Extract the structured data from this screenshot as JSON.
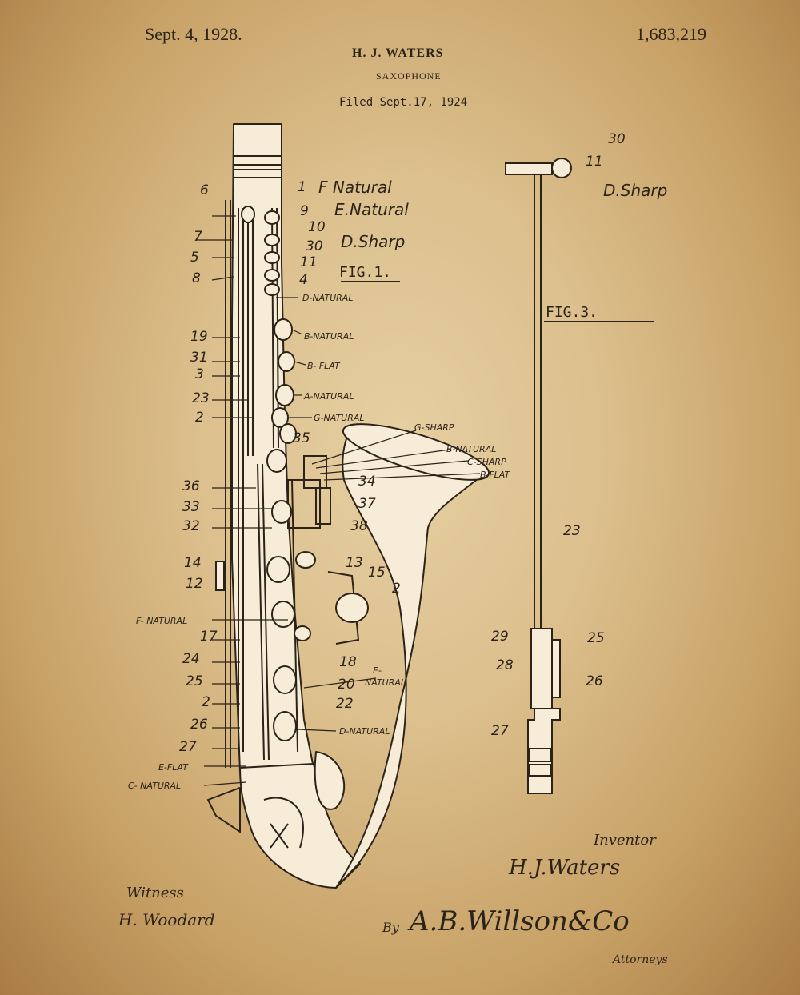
{
  "header": {
    "date": "Sept. 4, 1928.",
    "patent_number": "1,683,219",
    "inventor_name": "H. J. WATERS",
    "title": "SAXOPHONE",
    "filed": "Filed Sept.17, 1924"
  },
  "figure1": {
    "fig_label": "FIG.1.",
    "note_labels": {
      "f_natural_top": "F Natural",
      "e_natural_top": "E.Natural",
      "d_sharp_top": "D.Sharp",
      "d_natural": "D-NATURAL",
      "b_natural": "B-NATURAL",
      "b_flat": "B- FLAT",
      "a_natural": "A-NATURAL",
      "g_natural": "G-NATURAL",
      "g_sharp": "G-SHARP",
      "b_natural_bell": "B-NATURAL",
      "c_sharp": "C-SHARP",
      "b_flat_bell": "B-FLAT",
      "f_natural": "F- NATURAL",
      "e_natural_low": "E-",
      "e_natural_low2": "NATURAL",
      "d_natural_low": "D-NATURAL",
      "e_flat": "E-FLAT",
      "c_natural": "C- NATURAL"
    },
    "numbers": [
      "6",
      "1",
      "9",
      "10",
      "30",
      "11",
      "4",
      "7",
      "5",
      "8",
      "19",
      "31",
      "3",
      "23",
      "2",
      "35",
      "34",
      "37",
      "38",
      "36",
      "33",
      "32",
      "14",
      "12",
      "13",
      "15",
      "2",
      "17",
      "18",
      "24",
      "20",
      "25",
      "2",
      "22",
      "26",
      "27"
    ]
  },
  "figure3": {
    "fig_label": "FIG.3.",
    "d_sharp": "D.Sharp",
    "numbers": [
      "30",
      "11",
      "23",
      "29",
      "25",
      "28",
      "26",
      "27"
    ]
  },
  "footer": {
    "witness_label": "Witness",
    "witness_name": "H. Woodard",
    "inventor_label": "Inventor",
    "inventor_signature": "H.J.Waters",
    "by_label": "By",
    "attorney_signature": "A.B.Willson&Co",
    "attorneys_label": "Attorneys"
  },
  "colors": {
    "paper": "#dcc08e",
    "ink": "#2b2218",
    "instrument_fill": "#f7ecd8"
  }
}
